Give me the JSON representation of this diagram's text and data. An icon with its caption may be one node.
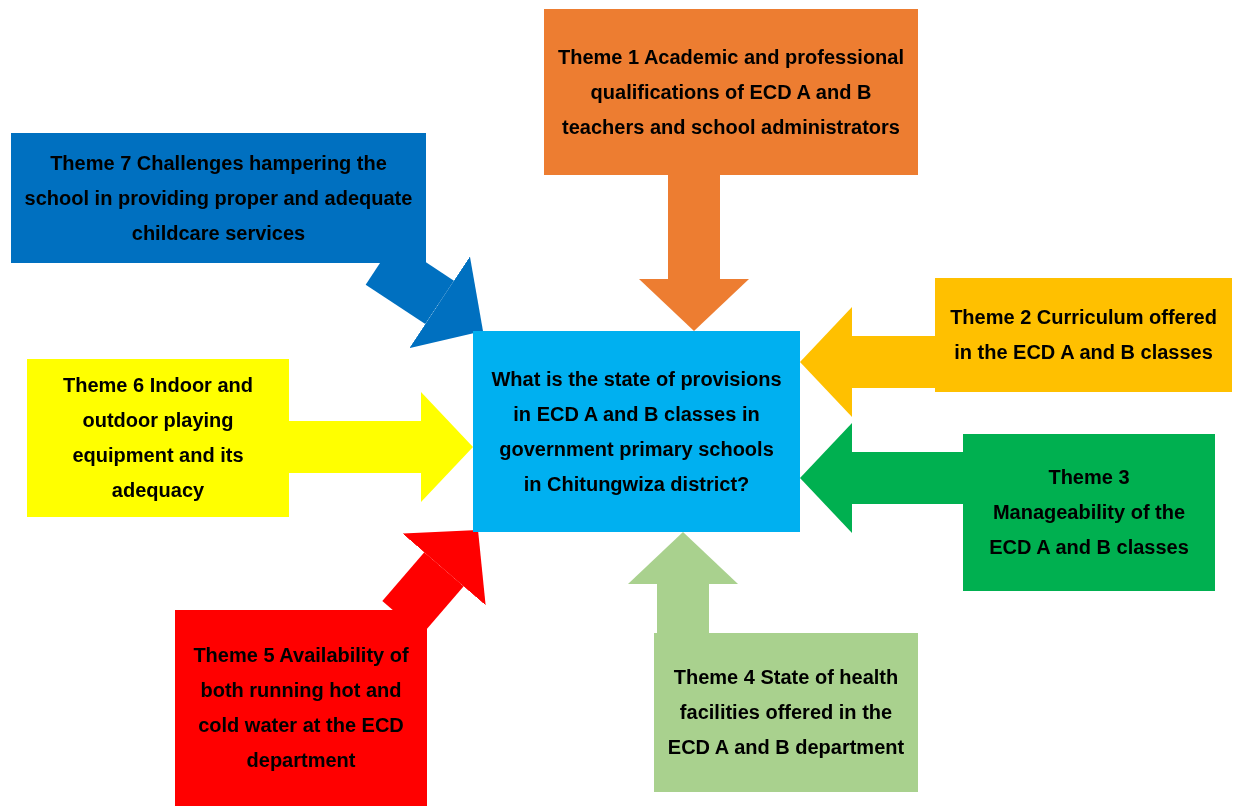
{
  "diagram": {
    "nodes": [
      {
        "text": [
          "What is the state of provisions in ECD A and B classes in government primary schools in Chitungwiza district?"
        ]
      },
      {
        "text": [
          "Theme 1 Academic and professional qualifications of ECD A and B teachers and school administrators"
        ]
      },
      {
        "text": [
          "Theme 2 Curriculum offered in the ECD A and B classes"
        ]
      },
      {
        "text": [
          "Theme 3 Manageability of the ECD A and B classes"
        ]
      },
      {
        "text": [
          "Theme 4 State of health facilities offered in the ECD A and B department"
        ]
      },
      {
        "text": [
          "Theme 5 Availability of both running hot and cold water at the ECD department"
        ]
      },
      {
        "text": [
          "Theme 6 Indoor and outdoor playing equipment and its adequacy"
        ]
      },
      {
        "text": [
          "Theme 7 Challenges hampering the school in providing proper and adequate childcare services"
        ]
      }
    ],
    "edges": [
      {
        "from": 1,
        "to": 0,
        "arrow": "to",
        "color": "#ed7d31"
      },
      {
        "from": 2,
        "to": 0,
        "arrow": "to",
        "color": "#ffc000"
      },
      {
        "from": 3,
        "to": 0,
        "arrow": "to",
        "color": "#00b050"
      },
      {
        "from": 4,
        "to": 0,
        "arrow": "to",
        "color": "#a9d18e"
      },
      {
        "from": 5,
        "to": 0,
        "arrow": "to",
        "color": "#ff0000"
      },
      {
        "from": 6,
        "to": 0,
        "arrow": "to",
        "color": "#ffff00"
      },
      {
        "from": 7,
        "to": 0,
        "arrow": "to",
        "color": "#0070c0"
      }
    ]
  }
}
